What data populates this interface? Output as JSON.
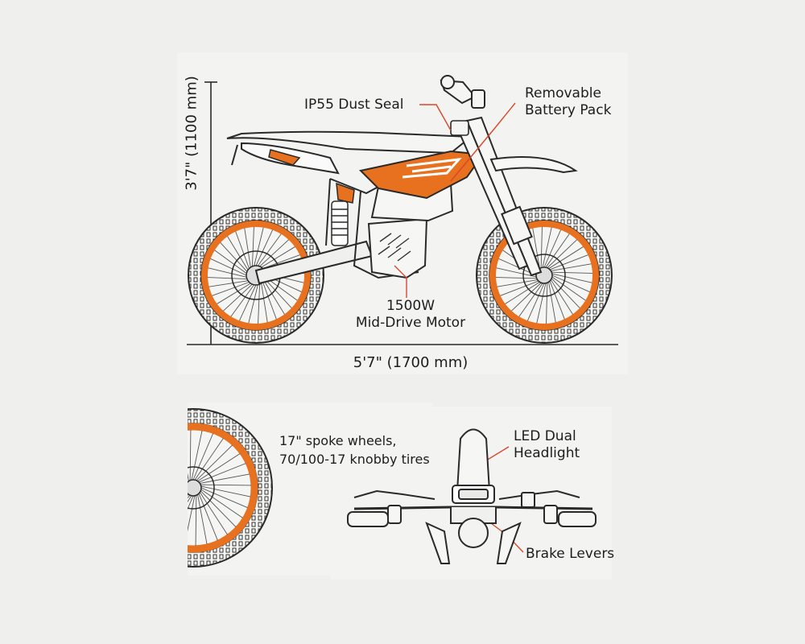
{
  "colors": {
    "accent": "#e8711f",
    "line": "#2a2a2a",
    "leader": "#d9472b",
    "panel": "#f3f3f2",
    "background": "#efefee"
  },
  "dimensions": {
    "height": "3'7\" (1100 mm)",
    "length": "5'7\" (1700 mm)"
  },
  "callouts": {
    "dust_seal": "IP55 Dust Seal",
    "battery_line1": "Removable",
    "battery_line2": "Battery Pack",
    "motor_line1": "1500W",
    "motor_line2": "Mid-Drive Motor",
    "wheels_line1": "17\" spoke wheels,",
    "wheels_line2": "70/100-17 knobby tires",
    "headlight_line1": "LED Dual",
    "headlight_line2": "Headlight",
    "brake_levers": "Brake Levers"
  }
}
